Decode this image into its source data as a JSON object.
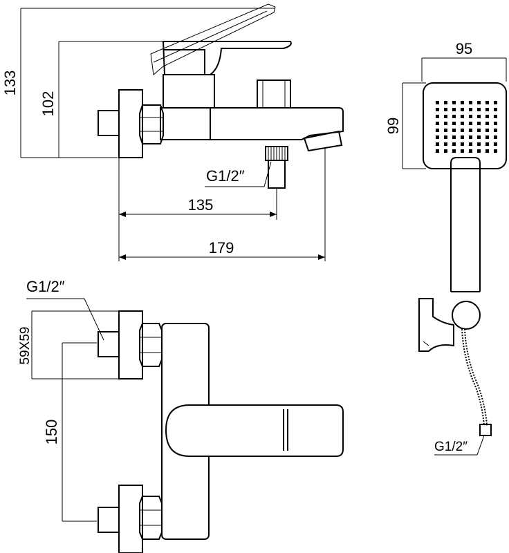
{
  "drawing": {
    "side_view": {
      "dim_overall_height": "133",
      "dim_height_to_spout": "102",
      "dim_inlet_offset": "135",
      "dim_overall_length": "179",
      "outlet_thread": "G1/2″"
    },
    "front_view": {
      "inlet_thread": "G1/2″",
      "flange_size": "59X59",
      "dim_inlet_spacing": "150"
    },
    "hand_shower": {
      "dim_head_width": "95",
      "dim_head_height": "99",
      "hose_thread": "G1/2″"
    }
  }
}
